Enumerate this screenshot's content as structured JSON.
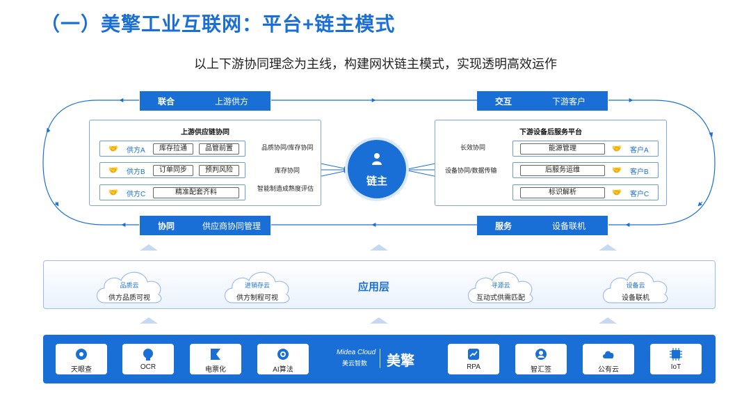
{
  "title": "（一）美擎工业互联网：平台+链主模式",
  "subtitle": "以上下游协同理念为主线，构建网状链主模式，实现透明高效运作",
  "bars": {
    "top_left": {
      "key": "联合",
      "value": "上游供方"
    },
    "top_right": {
      "key": "交互",
      "value": "下游客户"
    },
    "bottom_left": {
      "key": "协同",
      "value": "供应商协同管理"
    },
    "bottom_right": {
      "key": "服务",
      "value": "设备联机"
    }
  },
  "upstream": {
    "title": "上游供应链协同",
    "rows": [
      {
        "name": "供方A",
        "chips": [
          "库存拉通",
          "品管前置"
        ]
      },
      {
        "name": "供方B",
        "chips": [
          "订单同步",
          "预判风险"
        ]
      },
      {
        "name": "供方C",
        "chips": [
          "精准配套齐料"
        ]
      }
    ],
    "links": [
      "品质协同/库存协同",
      "库存协同",
      "智能制造成熟度评估"
    ]
  },
  "hub": {
    "label": "链主"
  },
  "downstream": {
    "title": "下游设备后服务平台",
    "rows": [
      {
        "chip": "能源管理",
        "name": "客户A"
      },
      {
        "chip": "后服务运维",
        "name": "客户B"
      },
      {
        "chip": "标识解析",
        "name": "客户C"
      }
    ],
    "links": [
      "长效协同",
      "设备协同/数据传输"
    ]
  },
  "app_layer": {
    "title": "应用层",
    "clouds": [
      {
        "name": "品质云",
        "desc": "供方品质可视"
      },
      {
        "name": "进销存云",
        "desc": "供方制程可视"
      },
      {
        "name": "寻源云",
        "desc": "互动式供需匹配"
      },
      {
        "name": "设备云",
        "desc": "设备联机"
      }
    ]
  },
  "base": {
    "tiles": [
      {
        "label": "天眼查",
        "icon": "tianyancha-icon"
      },
      {
        "label": "OCR",
        "icon": "ocr-icon"
      },
      {
        "label": "电票化",
        "icon": "e-invoice-icon"
      },
      {
        "label": "AI算法",
        "icon": "ai-icon"
      },
      {
        "label": "RPA",
        "icon": "rpa-icon"
      },
      {
        "label": "智汇签",
        "icon": "signature-icon"
      },
      {
        "label": "公有云",
        "icon": "cloud-icon"
      },
      {
        "label": "IoT",
        "icon": "iot-icon"
      }
    ],
    "brand": {
      "en": "Midea Cloud",
      "cn": "美云智数",
      "logo": "美擎"
    }
  },
  "colors": {
    "primary": "#1a6fd6",
    "border": "#7fa7d9",
    "light": "#eaf2fc"
  }
}
